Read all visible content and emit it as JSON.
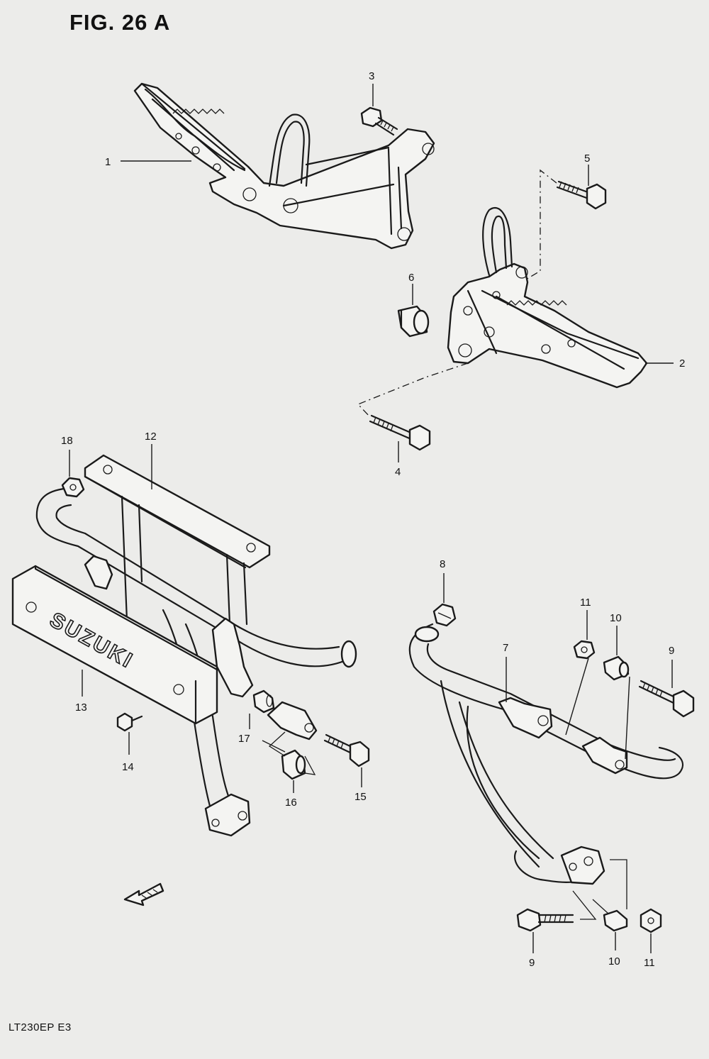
{
  "figure_title": "FIG. 26 A",
  "model_code": "LT230EP E3",
  "brand_marking": "SUZUKI",
  "callouts": {
    "c1": "1",
    "c2": "2",
    "c3": "3",
    "c4": "4",
    "c5": "5",
    "c6": "6",
    "c7": "7",
    "c8": "8",
    "c9a": "9",
    "c9b": "9",
    "c10a": "10",
    "c10b": "10",
    "c11a": "11",
    "c11b": "11",
    "c12": "12",
    "c13": "13",
    "c14": "14",
    "c15": "15",
    "c16": "16",
    "c17": "17",
    "c18": "18"
  }
}
